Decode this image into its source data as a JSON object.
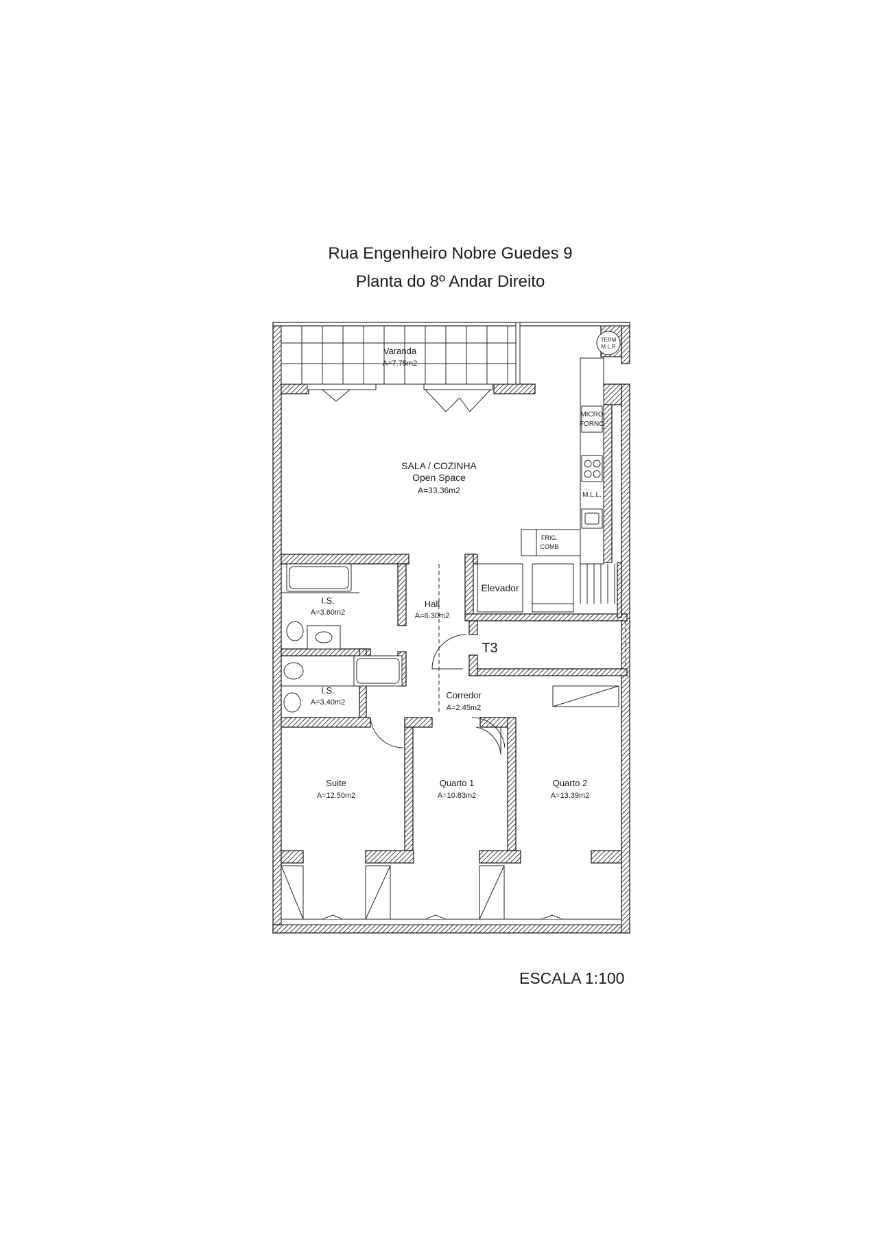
{
  "header": {
    "address": "Rua Engenheiro Nobre Guedes 9",
    "plan_title": "Planta do 8º Andar Direito"
  },
  "scale_label": "ESCALA 1:100",
  "unit_label": "T3",
  "rooms": {
    "varanda": {
      "name": "Varanda",
      "area": "A=7.75m2"
    },
    "sala": {
      "name": "SALA / COZINHA",
      "subtitle": "Open Space",
      "area": "A=33.36m2"
    },
    "hall": {
      "name": "Hall",
      "area": "A=6.30m2"
    },
    "elevador": {
      "name": "Elevador"
    },
    "is1": {
      "name": "I.S.",
      "area": "A=3.60m2"
    },
    "is2": {
      "name": "I.S.",
      "area": "A=3.40m2"
    },
    "corredor": {
      "name": "Corredor",
      "area": "A=2.45m2"
    },
    "suite": {
      "name": "Suite",
      "area": "A=12.50m2"
    },
    "quarto1": {
      "name": "Quarto 1",
      "area": "A=10.83m2"
    },
    "quarto2": {
      "name": "Quarto 2",
      "area": "A=13.39m2"
    }
  },
  "fixtures": {
    "term_line1": "TERM",
    "term_line2": "M.L.R",
    "micro_line1": "MICRO",
    "micro_line2": "FORNO",
    "mll": "M.L.L.",
    "frig_line1": "FRIG.",
    "frig_line2": "COMB"
  }
}
